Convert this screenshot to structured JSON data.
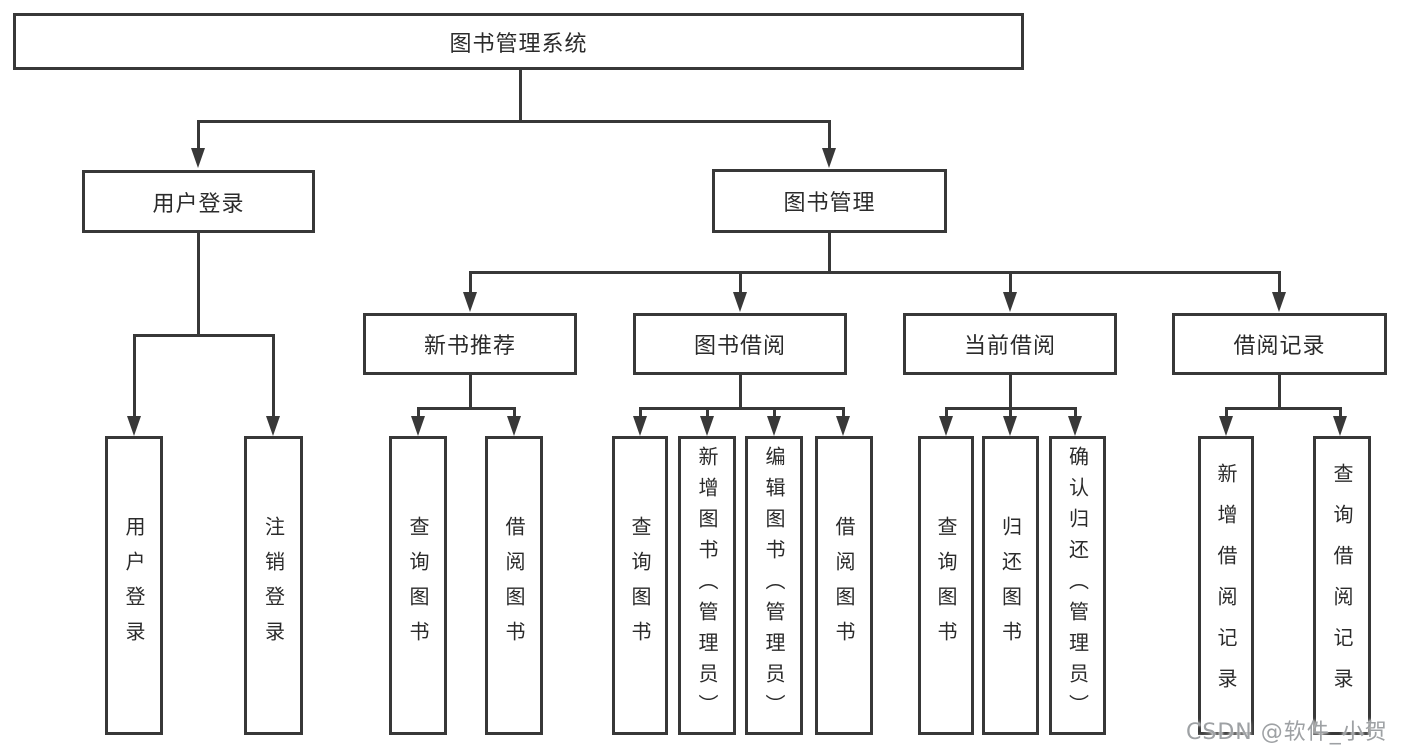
{
  "diagram": {
    "root": {
      "label": "图书管理系统"
    },
    "level2": [
      {
        "label": "用户登录"
      },
      {
        "label": "图书管理"
      }
    ],
    "level3": [
      {
        "label": "新书推荐"
      },
      {
        "label": "图书借阅"
      },
      {
        "label": "当前借阅"
      },
      {
        "label": "借阅记录"
      }
    ],
    "leaves": {
      "user_login": [
        {
          "label": "用户登录"
        },
        {
          "label": "注销登录"
        }
      ],
      "new_book": [
        {
          "label": "查询图书"
        },
        {
          "label": "借阅图书"
        }
      ],
      "book_borrow": [
        {
          "label": "查询图书"
        },
        {
          "label": "新增图书（管理员）"
        },
        {
          "label": "编辑图书（管理员）"
        },
        {
          "label": "借阅图书"
        }
      ],
      "current_borrow": [
        {
          "label": "查询图书"
        },
        {
          "label": "归还图书"
        },
        {
          "label": "确认归还（管理员）"
        }
      ],
      "borrow_records": [
        {
          "label": "新增借阅记录"
        },
        {
          "label": "查询借阅记录"
        }
      ]
    }
  },
  "watermark": "CSDN @软件_小贺同学",
  "colors": {
    "line": "#383838",
    "text": "#2b2b2b",
    "watermark": "#9ea1a4",
    "background": "#ffffff"
  }
}
